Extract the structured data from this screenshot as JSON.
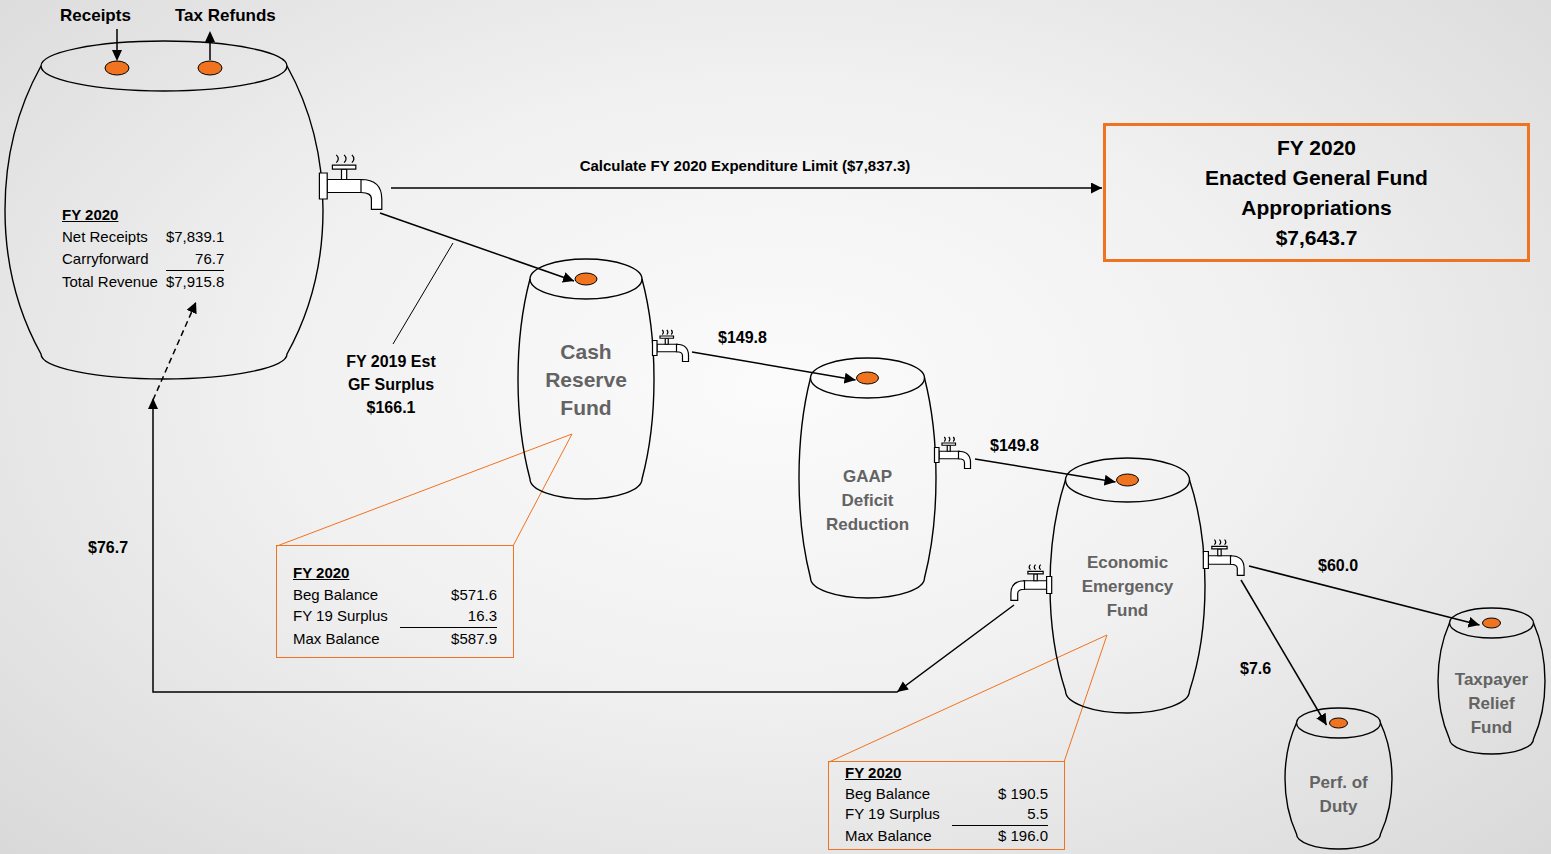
{
  "diagram": {
    "nodes": [
      {
        "text": [
          "FY 2020",
          "Net Receipts",
          "$7,839.1",
          "Carryforward",
          "76.7",
          "Total Revenue",
          "$7,915.8"
        ]
      },
      {
        "text": [
          "FY 2020",
          "Enacted General Fund Appropriations",
          "$7,643.7"
        ]
      },
      {
        "text": [
          "Cash Reserve Fund"
        ]
      },
      {
        "text": [
          "GAAP Deficit Reduction"
        ]
      },
      {
        "text": [
          "Economic Emergency Fund"
        ]
      },
      {
        "text": [
          "Taxpayer Relief Fund"
        ]
      },
      {
        "text": [
          "Perf. of Duty"
        ]
      },
      {
        "text": [
          "FY 2020",
          "Beg Balance",
          "$571.6",
          "FY 19 Surplus",
          "16.3",
          "Max Balance",
          "$587.9"
        ]
      },
      {
        "text": [
          "FY 2020",
          "Beg Balance",
          "$ 190.5",
          "FY 19 Surplus",
          "5.5",
          "Max Balance",
          "$ 196.0"
        ]
      }
    ],
    "edges": [
      {
        "from": 0,
        "to": 1,
        "arrow": "to",
        "label": "Calculate FY 2020 Expenditure Limit ($7,837.3)"
      },
      {
        "from": 0,
        "to": 2,
        "arrow": "to",
        "label": "FY 2019 Est GF Surplus $166.1"
      },
      {
        "from": 2,
        "to": 3,
        "arrow": "to",
        "label": "$149.8"
      },
      {
        "from": 3,
        "to": 4,
        "arrow": "to",
        "label": "$149.8"
      },
      {
        "from": 4,
        "to": 5,
        "arrow": "to",
        "label": "$60.0"
      },
      {
        "from": 4,
        "to": 6,
        "arrow": "to",
        "label": "$7.6"
      },
      {
        "from": 4,
        "to": 0,
        "arrow": "to",
        "label": "$76.7"
      },
      {
        "from": 7,
        "to": 2,
        "arrow": "none"
      },
      {
        "from": 8,
        "to": 4,
        "arrow": "none"
      }
    ],
    "labels": [
      "Receipts",
      "Tax Refunds"
    ]
  }
}
